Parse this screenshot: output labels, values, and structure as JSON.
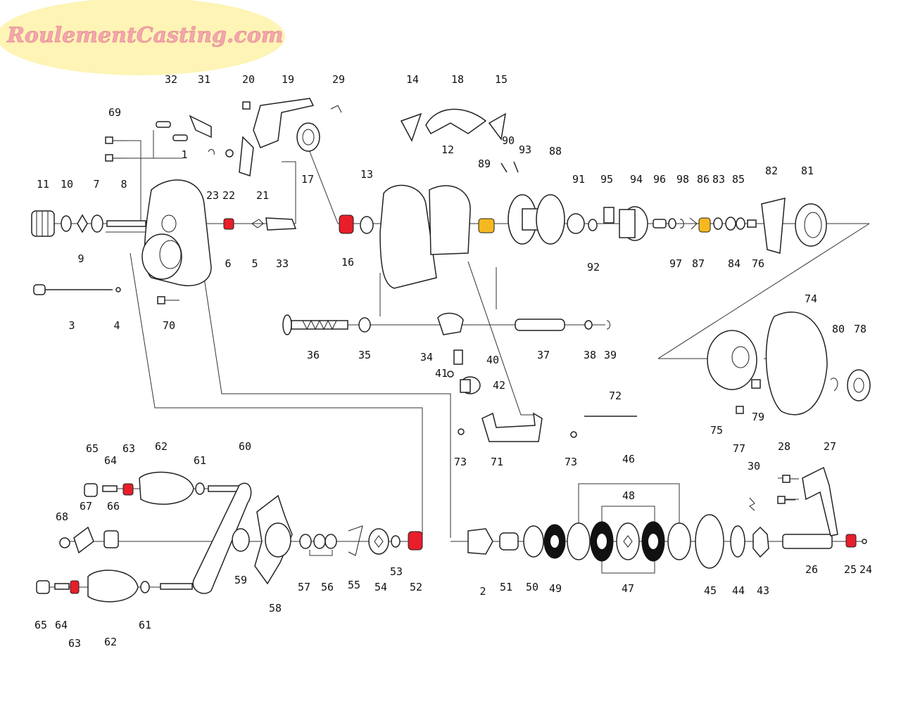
{
  "brand": {
    "logo_text": "RoulementCasting.com",
    "logo_bg": "#fdf4b5",
    "logo_color": "#f4a6ae"
  },
  "colors": {
    "bearing_red": "#e81e2a",
    "bushing_yellow": "#f5b821",
    "line": "#222222"
  },
  "part_labels": [
    "32",
    "31",
    "20",
    "19",
    "29",
    "69",
    "1",
    "23",
    "22",
    "21",
    "17",
    "11",
    "10",
    "7",
    "8",
    "9",
    "6",
    "5",
    "33",
    "3",
    "4",
    "70",
    "14",
    "18",
    "15",
    "12",
    "13",
    "16",
    "89",
    "90",
    "93",
    "88",
    "91",
    "95",
    "94",
    "96",
    "98",
    "86",
    "83",
    "85",
    "82",
    "81",
    "92",
    "97",
    "87",
    "84",
    "76",
    "36",
    "35",
    "34",
    "40",
    "41",
    "42",
    "37",
    "38",
    "39",
    "74",
    "80",
    "78",
    "75",
    "79",
    "77",
    "72",
    "71",
    "73",
    "73",
    "65",
    "64",
    "63",
    "62",
    "61",
    "60",
    "67",
    "66",
    "68",
    "59",
    "58",
    "57",
    "56",
    "55",
    "54",
    "53",
    "52",
    "65",
    "64",
    "63",
    "62",
    "61",
    "46",
    "48",
    "28",
    "27",
    "30",
    "2",
    "51",
    "50",
    "49",
    "47",
    "45",
    "44",
    "43",
    "26",
    "25",
    "24"
  ]
}
